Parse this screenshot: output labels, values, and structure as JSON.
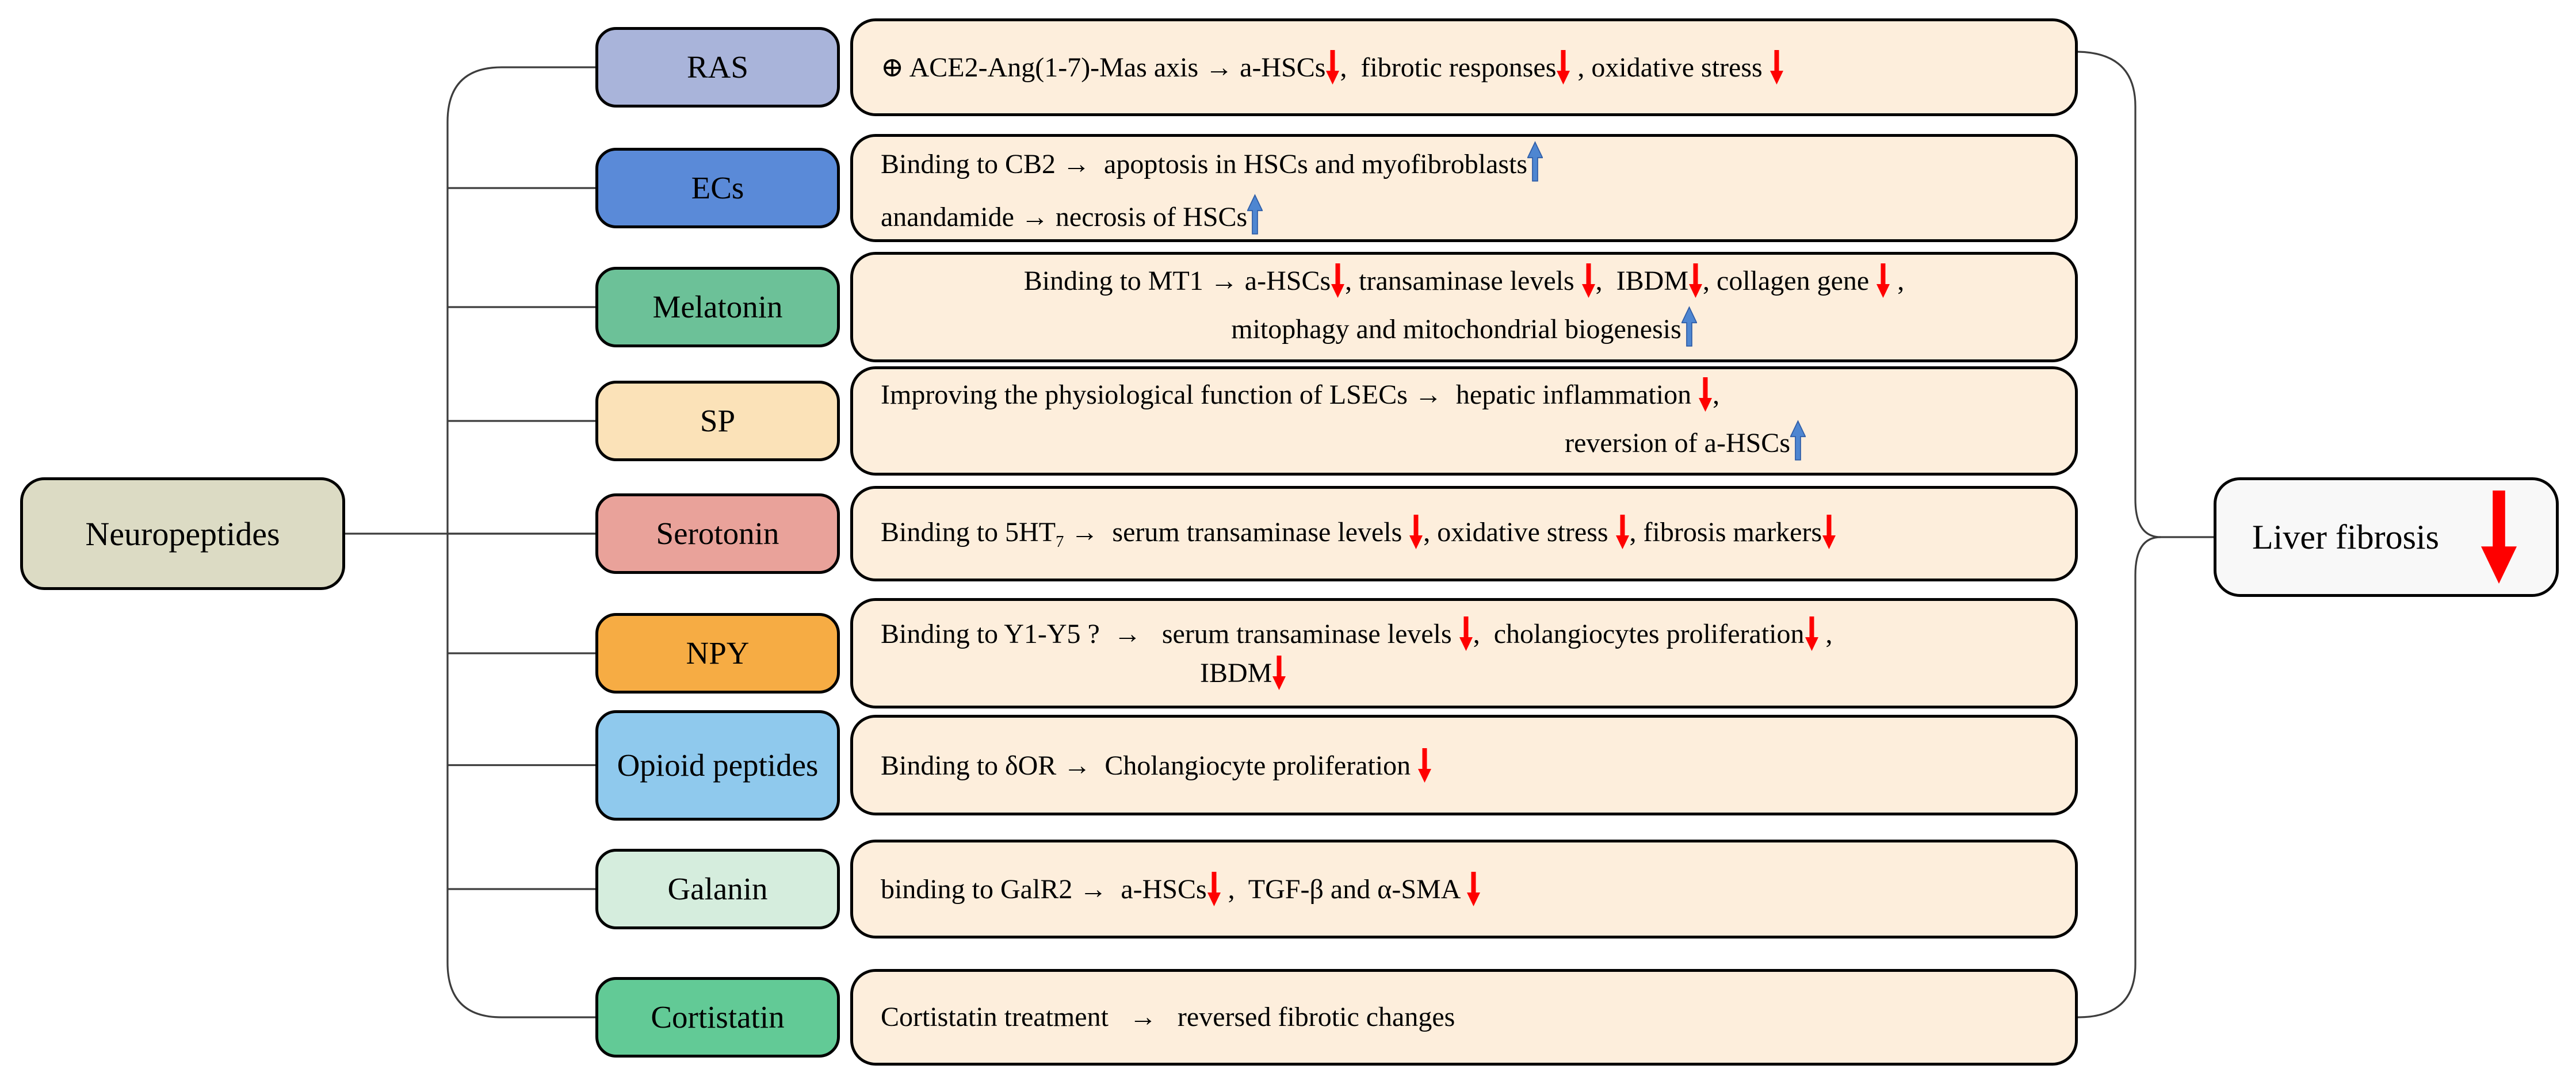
{
  "root": {
    "label": "Neuropeptides",
    "bg": "#dcdbc4"
  },
  "outcome": {
    "label": "Liver fibrosis",
    "bg": "#f8f8f8",
    "arrow": "down-arrow"
  },
  "colors": {
    "connector": "#3d3d3d",
    "border": "#000000",
    "desc_bg": "#fdeedc",
    "red": "#fe0000",
    "blue_fill": "#4e86d1",
    "blue_stroke": "#2e5ca6"
  },
  "rows": [
    {
      "id": "ras",
      "category": "RAS",
      "category_color": "#a9b4da",
      "lines": [
        {
          "align": "left",
          "segments": [
            {
              "text": "⊕ ACE2-Ang(1-7)-Mas axis → a-HSCs"
            },
            {
              "icon": "down-arrow"
            },
            {
              "text": ",  fibrotic responses"
            },
            {
              "icon": "down-arrow"
            },
            {
              "text": " , oxidative stress "
            },
            {
              "icon": "down-arrow"
            }
          ]
        }
      ]
    },
    {
      "id": "ecs",
      "category": "ECs",
      "category_color": "#5a8ad8",
      "lines": [
        {
          "align": "left",
          "segments": [
            {
              "text": "Binding to CB2 →  apoptosis in HSCs and myofibroblasts"
            },
            {
              "icon": "up-arrow"
            }
          ]
        },
        {
          "align": "left",
          "segments": [
            {
              "text": "anandamide → necrosis of HSCs"
            },
            {
              "icon": "up-arrow"
            }
          ]
        }
      ]
    },
    {
      "id": "melatonin",
      "category": "Melatonin",
      "category_color": "#6cc198",
      "lines": [
        {
          "align": "center",
          "segments": [
            {
              "text": "Binding to MT1 → a-HSCs"
            },
            {
              "icon": "down-arrow"
            },
            {
              "text": ", transaminase levels "
            },
            {
              "icon": "down-arrow"
            },
            {
              "text": ",  IBDM"
            },
            {
              "icon": "down-arrow"
            },
            {
              "text": ", collagen gene "
            },
            {
              "icon": "down-arrow"
            },
            {
              "text": " ,"
            }
          ]
        },
        {
          "align": "center",
          "segments": [
            {
              "text": "mitophagy and mitochondrial biogenesis"
            },
            {
              "icon": "up-arrow"
            }
          ]
        }
      ]
    },
    {
      "id": "sp",
      "category": "SP",
      "category_color": "#fbe2b8",
      "lines": [
        {
          "align": "left",
          "segments": [
            {
              "text": "Improving the physiological function of LSECs →  hepatic inflammation "
            },
            {
              "icon": "down-arrow"
            },
            {
              "text": ","
            }
          ]
        },
        {
          "align": "right",
          "right_pad": 420,
          "segments": [
            {
              "text": "reversion of a-HSCs"
            },
            {
              "icon": "up-arrow"
            }
          ]
        }
      ]
    },
    {
      "id": "serotonin",
      "category": "Serotonin",
      "category_color": "#e9a29a",
      "lines": [
        {
          "align": "left",
          "segments": [
            {
              "text": "Binding to 5HT"
            },
            {
              "text": "7",
              "sub": true
            },
            {
              "text": " →  serum transaminase levels "
            },
            {
              "icon": "down-arrow"
            },
            {
              "text": ", oxidative stress "
            },
            {
              "icon": "down-arrow"
            },
            {
              "text": ", fibrosis markers"
            },
            {
              "icon": "down-arrow"
            }
          ]
        }
      ]
    },
    {
      "id": "npy",
      "category": "NPY",
      "category_color": "#f6ac44",
      "lines": [
        {
          "align": "left",
          "segments": [
            {
              "text": "Binding to Y1-Y5 ?  →   serum transaminase levels "
            },
            {
              "icon": "down-arrow"
            },
            {
              "text": ",  cholangiocytes proliferation"
            },
            {
              "icon": "down-arrow"
            },
            {
              "text": " ,"
            }
          ]
        },
        {
          "align": "left",
          "indent": 555,
          "segments": [
            {
              "text": "IBDM"
            },
            {
              "icon": "down-arrow"
            }
          ]
        }
      ]
    },
    {
      "id": "opioid",
      "category": "Opioid peptides",
      "category_color": "#8fc9ed",
      "lines": [
        {
          "align": "left",
          "segments": [
            {
              "text": "Binding to δOR →  Cholangiocyte proliferation "
            },
            {
              "icon": "down-arrow"
            }
          ]
        }
      ]
    },
    {
      "id": "galanin",
      "category": "Galanin",
      "category_color": "#d5eddd",
      "lines": [
        {
          "align": "left",
          "segments": [
            {
              "text": "binding to GalR2 →  a-HSCs"
            },
            {
              "icon": "down-arrow"
            },
            {
              "text": " ,  TGF-β and α-SMA "
            },
            {
              "icon": "down-arrow"
            }
          ]
        }
      ]
    },
    {
      "id": "cortistatin",
      "category": "Cortistatin",
      "category_color": "#62ca96",
      "lines": [
        {
          "align": "left",
          "segments": [
            {
              "text": "Cortistatin treatment   →   reversed fibrotic changes"
            }
          ]
        }
      ]
    }
  ]
}
